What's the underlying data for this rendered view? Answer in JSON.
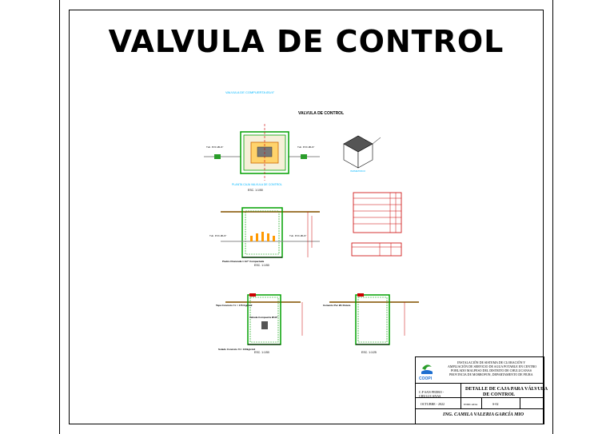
{
  "title": "VALVULA DE CONTROL",
  "drawing": {
    "plan_caption": "VALVULA DE COMPUERTA Ø1/4\"",
    "detail_title": "VALVULA DE CONTROL",
    "scale_1": "ESC. 1:1/50",
    "scale_2": "ESC. 1:1/50",
    "scale_3": "ESC. 1:1/50",
    "scale_4": "ESC. 1:1/25",
    "label_tapa": "Tapa Concreto f´c = 175 Kg/cm2",
    "label_grava": "Piedra Chancada 1 1/2\" Compactada",
    "label_soldado": "Solado Concreto f'c= 100kg/cm2",
    "label_accesorio": "Valvula Compuerta Ø1/2\""
  },
  "title_block": {
    "logo_text": "COOPI",
    "project_line_1": "INSTALACIÓN DE SISTEMA DE CLORACIÓN Y",
    "project_line_2": "AMPLIACIÓN DE SERVICIO DE AGUA POTABLE EN CENTRO",
    "project_line_3": "POBLADO MALPESO DEL DISTRITO DE CHULUCANAS",
    "project_line_4": "PROVINCIA DE MORROPON, DEPARTAMENTO DE PIURA",
    "location_line_1": "C.P SAN PEDRO -",
    "location_line_2": "CHULUCANAS",
    "sheet_title_1": "DETALLE DE CAJA PARA VÁLVULA",
    "sheet_title_2": "DE CONTROL",
    "date": "OCTUBRE - 2022",
    "scale": "INDICADA",
    "sheet_number": "S-02",
    "engineer": "ING. CAMILA VALERIA GARCÍA MIO"
  }
}
